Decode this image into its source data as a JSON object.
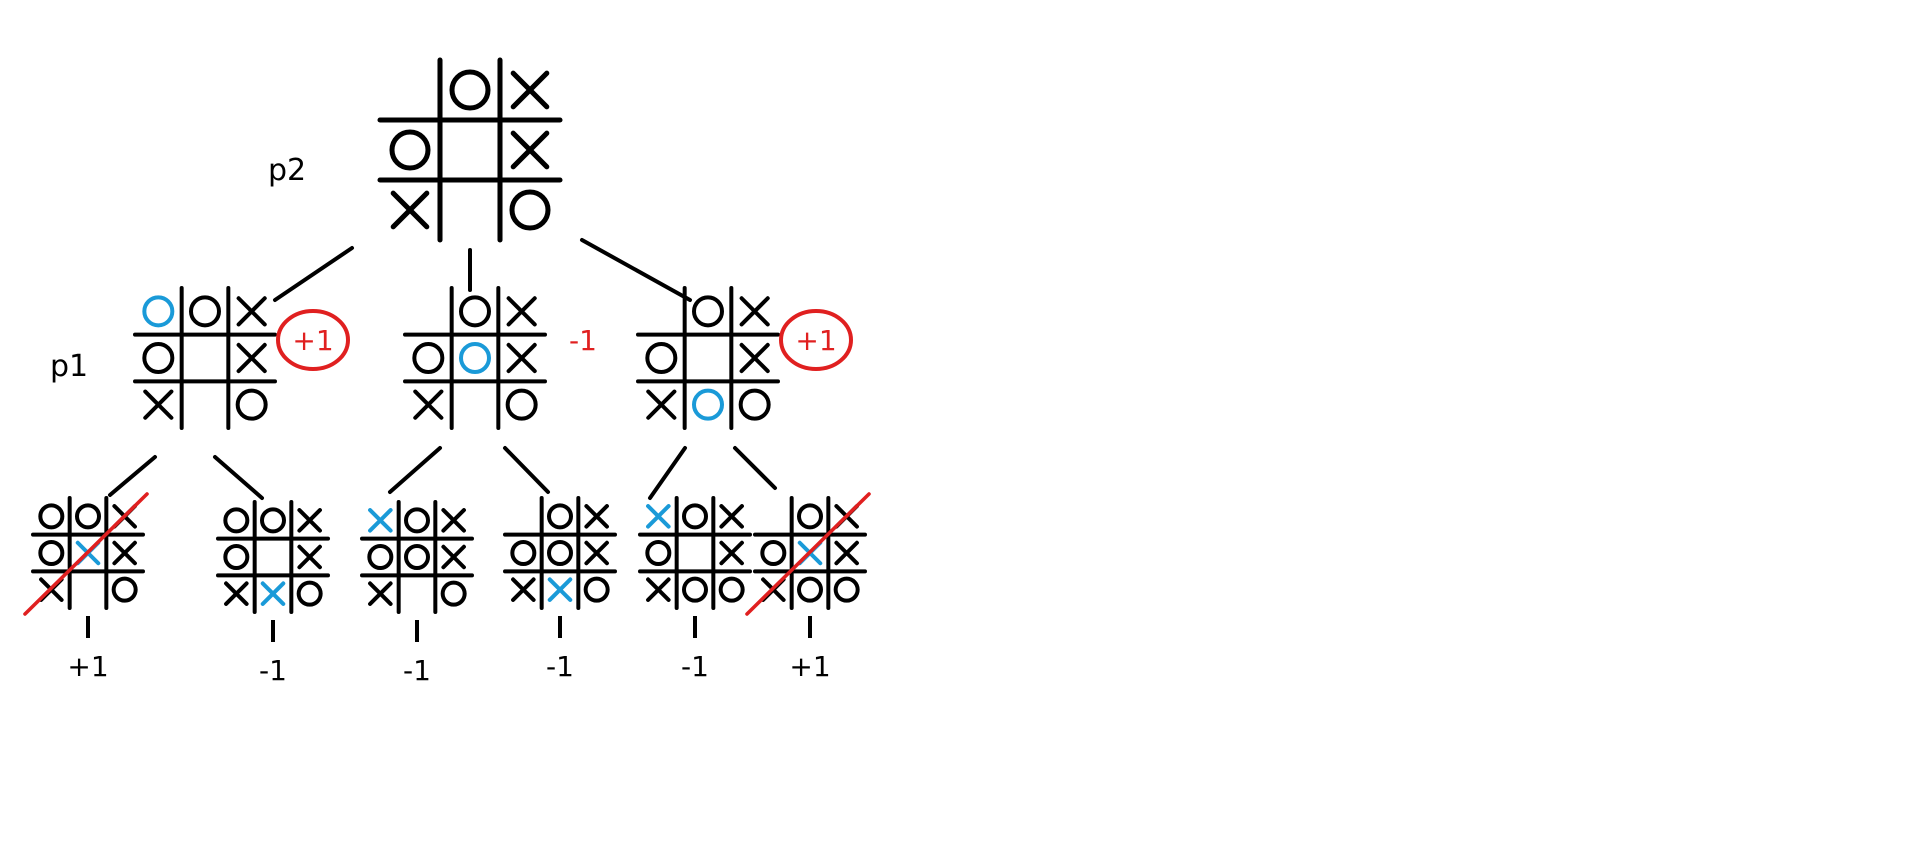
{
  "labels": {
    "p2": "p2",
    "p1": "p1"
  },
  "colors": {
    "ink": "#000000",
    "move_highlight": "#1a9ad8",
    "score": "#e02020"
  },
  "root": {
    "cells": [
      "",
      "O",
      "X",
      "O",
      "",
      "X",
      "X",
      "",
      "O"
    ]
  },
  "level1": [
    {
      "cells": [
        "O",
        "O",
        "X",
        "O",
        "",
        "X",
        "X",
        "",
        "O"
      ],
      "new_move": 0,
      "score": "+1",
      "score_circled": true
    },
    {
      "cells": [
        "",
        "O",
        "X",
        "O",
        "O",
        "X",
        "X",
        "",
        "O"
      ],
      "new_move": 4,
      "score": "-1",
      "score_circled": false
    },
    {
      "cells": [
        "",
        "O",
        "X",
        "O",
        "",
        "X",
        "X",
        "O",
        "O"
      ],
      "new_move": 7,
      "score": "+1",
      "score_circled": true
    }
  ],
  "leaves": [
    {
      "cells": [
        "O",
        "O",
        "X",
        "O",
        "X",
        "X",
        "X",
        "",
        "O"
      ],
      "new_move": 4,
      "score": "+1",
      "win_line": true
    },
    {
      "cells": [
        "O",
        "O",
        "X",
        "O",
        "",
        "X",
        "X",
        "X",
        "O"
      ],
      "new_move": 7,
      "score": "-1",
      "win_line": false
    },
    {
      "cells": [
        "X",
        "O",
        "X",
        "O",
        "O",
        "X",
        "X",
        "",
        "O"
      ],
      "new_move": 0,
      "score": "-1",
      "win_line": false
    },
    {
      "cells": [
        "",
        "O",
        "X",
        "O",
        "O",
        "X",
        "X",
        "X",
        "O"
      ],
      "new_move": 7,
      "score": "-1",
      "win_line": false
    },
    {
      "cells": [
        "X",
        "O",
        "X",
        "O",
        "",
        "X",
        "X",
        "O",
        "O"
      ],
      "new_move": 0,
      "score": "-1",
      "win_line": false
    },
    {
      "cells": [
        "",
        "O",
        "X",
        "O",
        "X",
        "X",
        "X",
        "O",
        "O"
      ],
      "new_move": 4,
      "score": "+1",
      "win_line": true
    }
  ]
}
